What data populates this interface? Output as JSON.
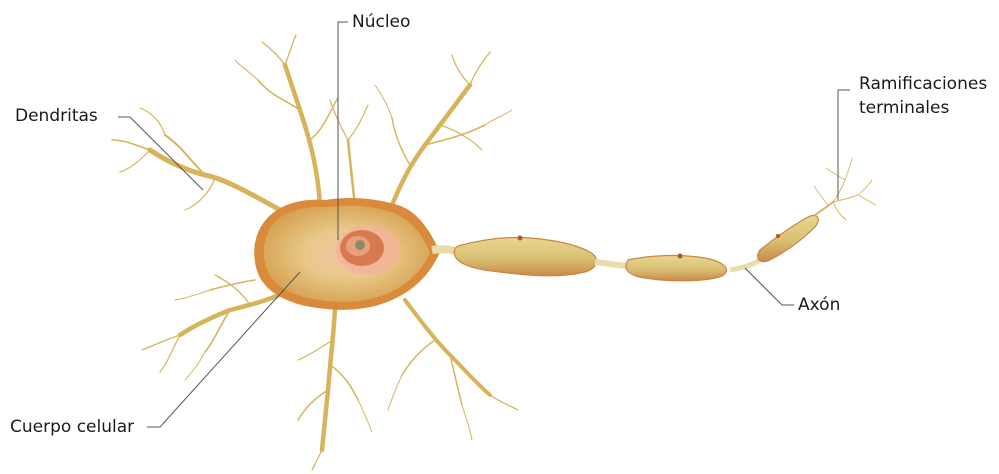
{
  "labels": {
    "nucleus": "Núcleo",
    "dendrites": "Dendritas",
    "terminals_line1": "Ramificaciones",
    "terminals_line2": "terminales",
    "axon": "Axón",
    "cell_body": "Cuerpo celular"
  },
  "colors": {
    "background": "#ffffff",
    "dendrite": "#d7b35c",
    "soma_outer": "#d98a3a",
    "soma_fill": "#e2c78a",
    "soma_inner": "#f2b49a",
    "nucleus": "#d87a4f",
    "myelin": "#d6c27a",
    "myelin_edge": "#c98545",
    "leader_line": "#555555",
    "label_text": "#1a1a1a"
  }
}
